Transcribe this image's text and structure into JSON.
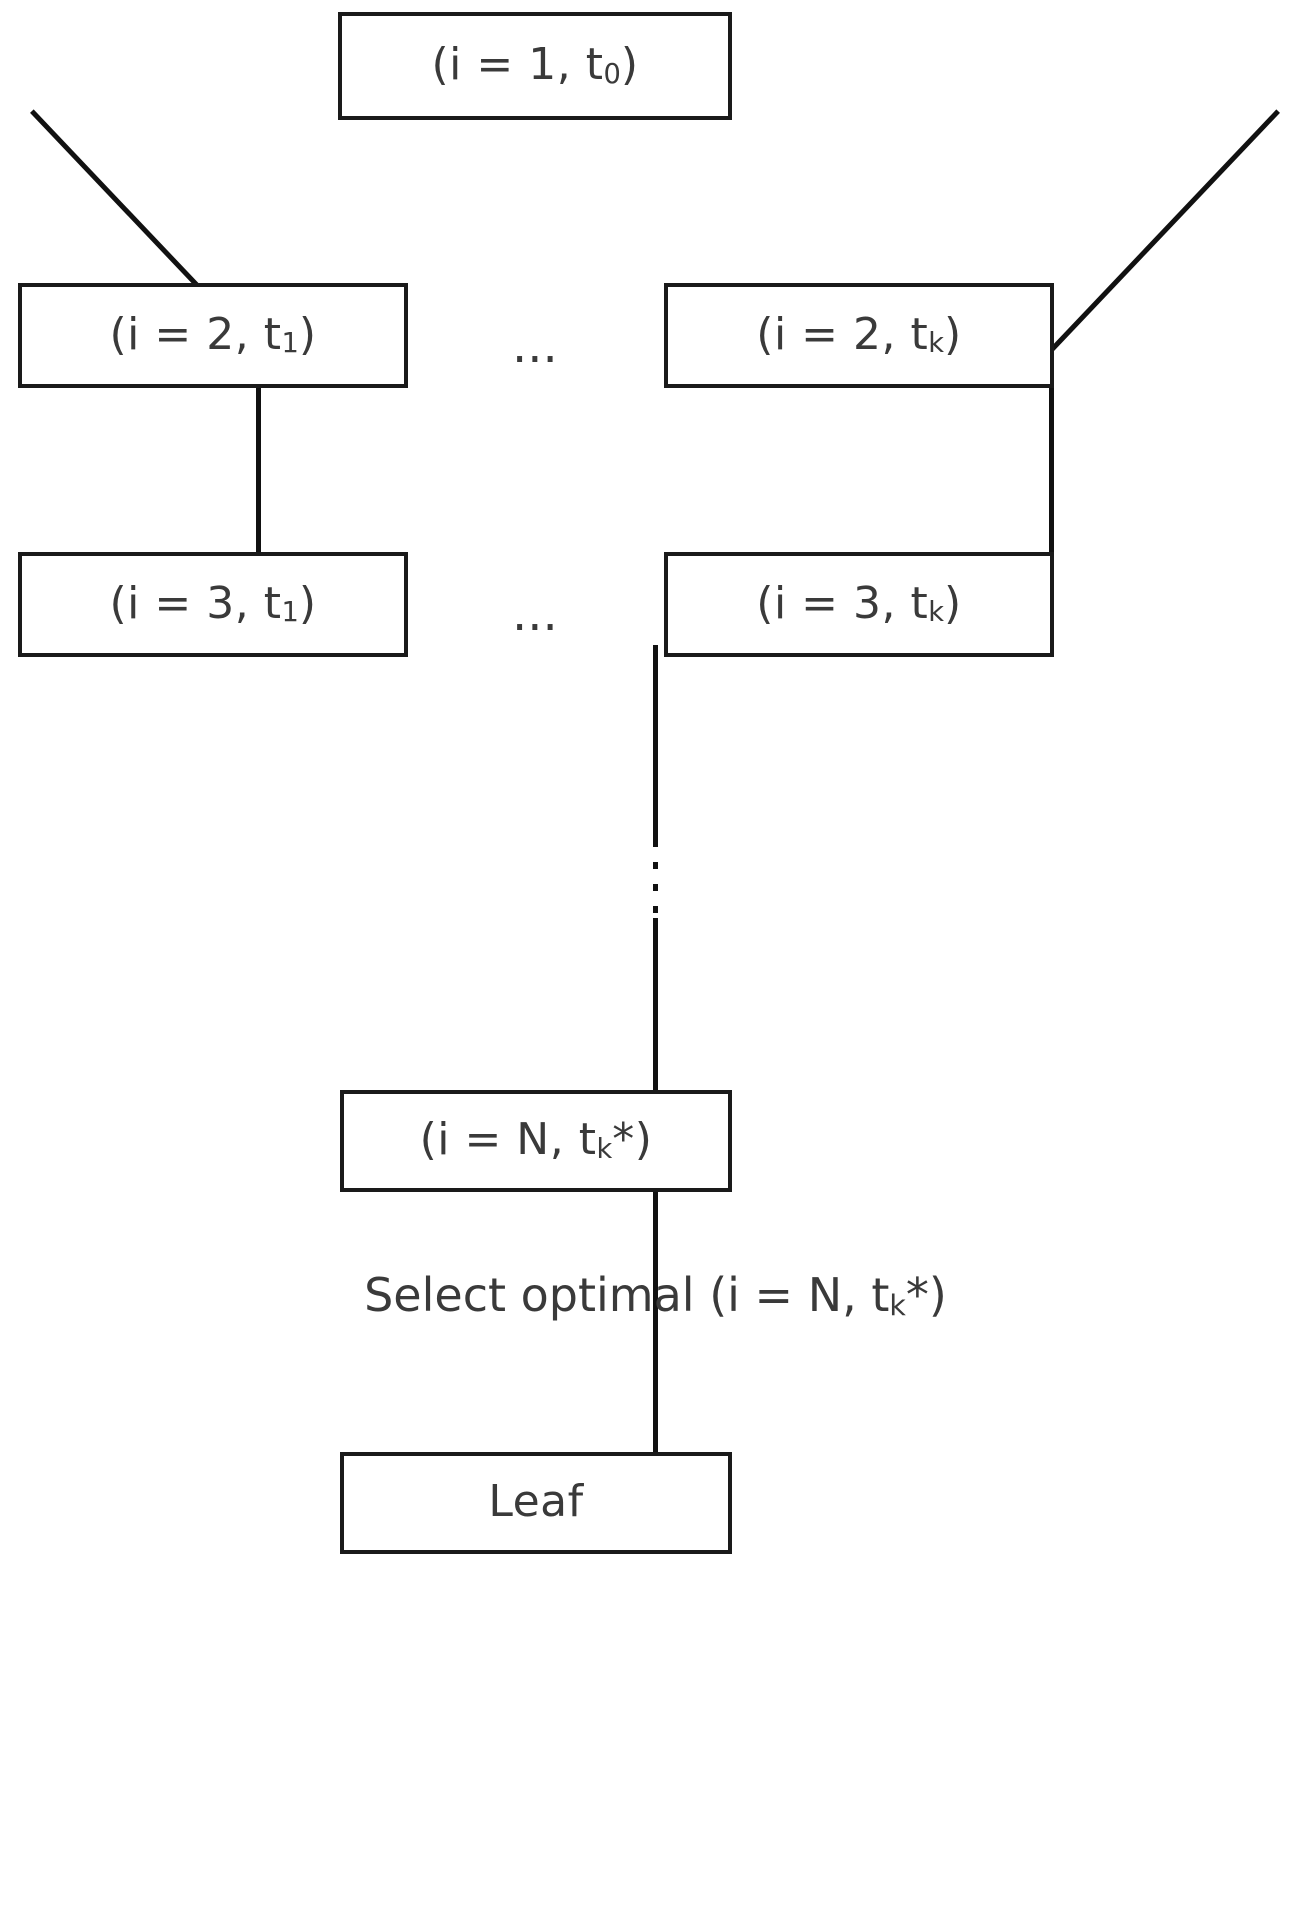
{
  "diagram": {
    "title": "Decision tree search over (iteration, time) states",
    "type": "tree-diagram",
    "background_color": "#ffffff",
    "line_color": "#111111",
    "text_color": "#3a3a3a",
    "border_color": "#1a1a1a"
  },
  "nodes": {
    "root": {
      "id": "root",
      "text_prefix": "(i = 1, t",
      "subscript": "0",
      "text_suffix": ")",
      "full_text": "(i = 1, t0)"
    },
    "level2_left": {
      "id": "level2-left",
      "text_prefix": "(i = 2, t",
      "subscript": "1",
      "text_suffix": ")",
      "full_text": "(i = 2, t1)"
    },
    "level2_right": {
      "id": "level2-right",
      "text_prefix": "(i = 2, t",
      "subscript": "k",
      "text_suffix": ")",
      "full_text": "(i = 2, tk)"
    },
    "level3_left": {
      "id": "level3-left",
      "text_prefix": "(i = 3, t",
      "subscript": "1",
      "text_suffix": ")",
      "full_text": "(i = 3, t1)"
    },
    "level3_right": {
      "id": "level3-right",
      "text_prefix": "(i = 3, t",
      "subscript": "k",
      "text_suffix": ")",
      "full_text": "(i = 3, tk)"
    },
    "terminal": {
      "id": "terminal",
      "text_prefix": "(i = N, t",
      "subscript": "k",
      "text_suffix": "*)",
      "full_text": "(i = N, tk*)"
    },
    "leaf": {
      "id": "leaf",
      "full_text": "Leaf"
    }
  },
  "ellipses": {
    "level2_gap": "...",
    "level3_gap": "..."
  },
  "caption": {
    "prefix": "Select optimal (i = N, t",
    "subscript": "k",
    "suffix": "*)",
    "full_text": "Select optimal (i = N, tk*)"
  }
}
